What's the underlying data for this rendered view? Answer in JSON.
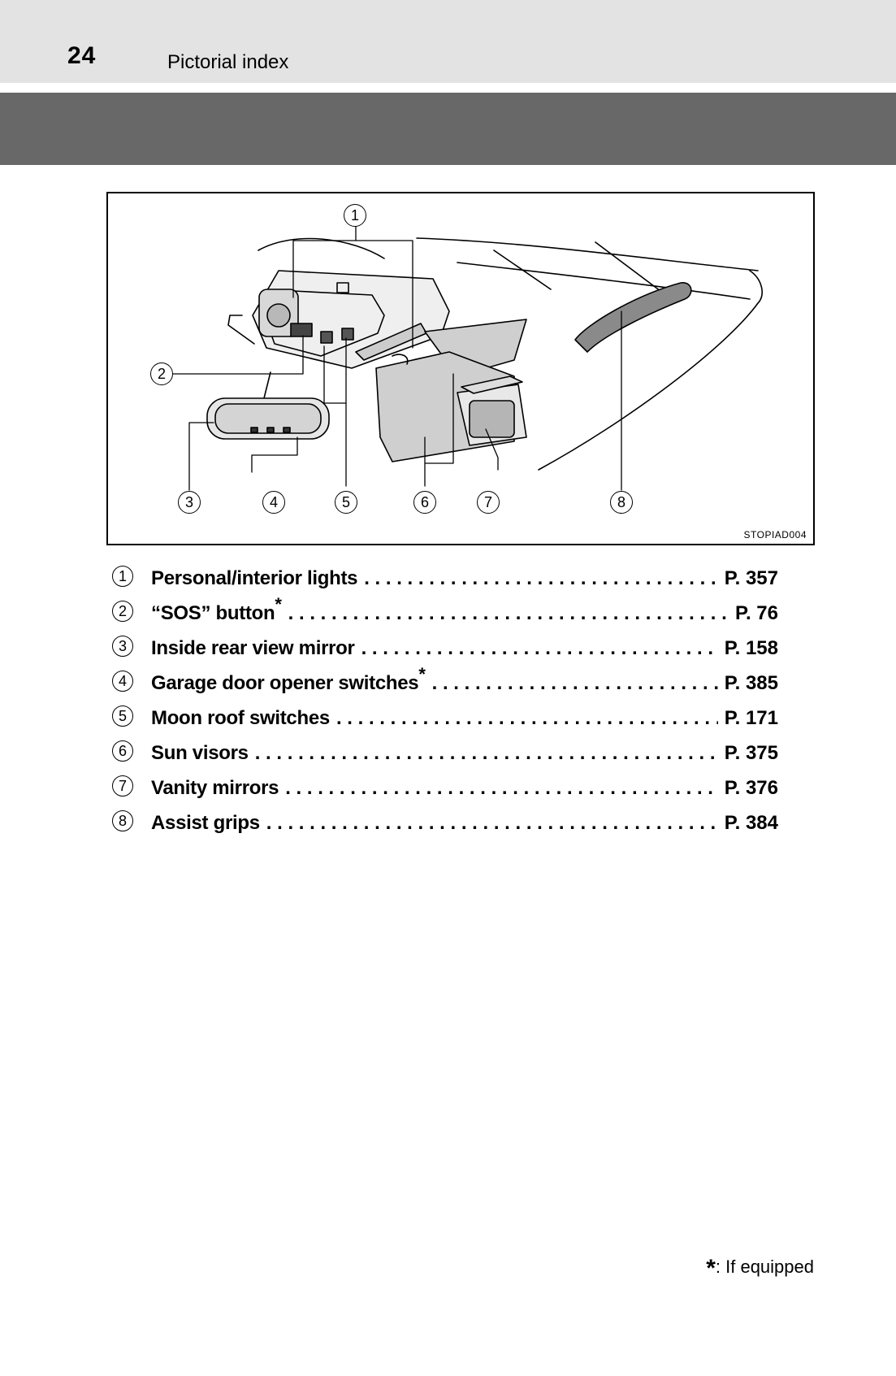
{
  "header": {
    "page_number": "24",
    "section_title": "Pictorial index"
  },
  "figure": {
    "code": "STOPIAD004",
    "callouts": [
      "1",
      "2",
      "3",
      "4",
      "5",
      "6",
      "7",
      "8"
    ]
  },
  "index": [
    {
      "num": "1",
      "label": "Personal/interior lights",
      "asterisk": "",
      "page": "P. 357"
    },
    {
      "num": "2",
      "label": "“SOS” button",
      "asterisk": "*",
      "page": "P. 76"
    },
    {
      "num": "3",
      "label": "Inside rear view mirror",
      "asterisk": "",
      "page": "P. 158"
    },
    {
      "num": "4",
      "label": "Garage door opener switches",
      "asterisk": "*",
      "page": "P. 385"
    },
    {
      "num": "5",
      "label": "Moon roof switches",
      "asterisk": "",
      "page": "P. 171"
    },
    {
      "num": "6",
      "label": "Sun visors",
      "asterisk": "",
      "page": "P. 375"
    },
    {
      "num": "7",
      "label": "Vanity mirrors",
      "asterisk": "",
      "page": "P. 376"
    },
    {
      "num": "8",
      "label": "Assist grips",
      "asterisk": "",
      "page": "P. 384"
    }
  ],
  "footnote": {
    "star": "*",
    "text": ": If equipped"
  }
}
